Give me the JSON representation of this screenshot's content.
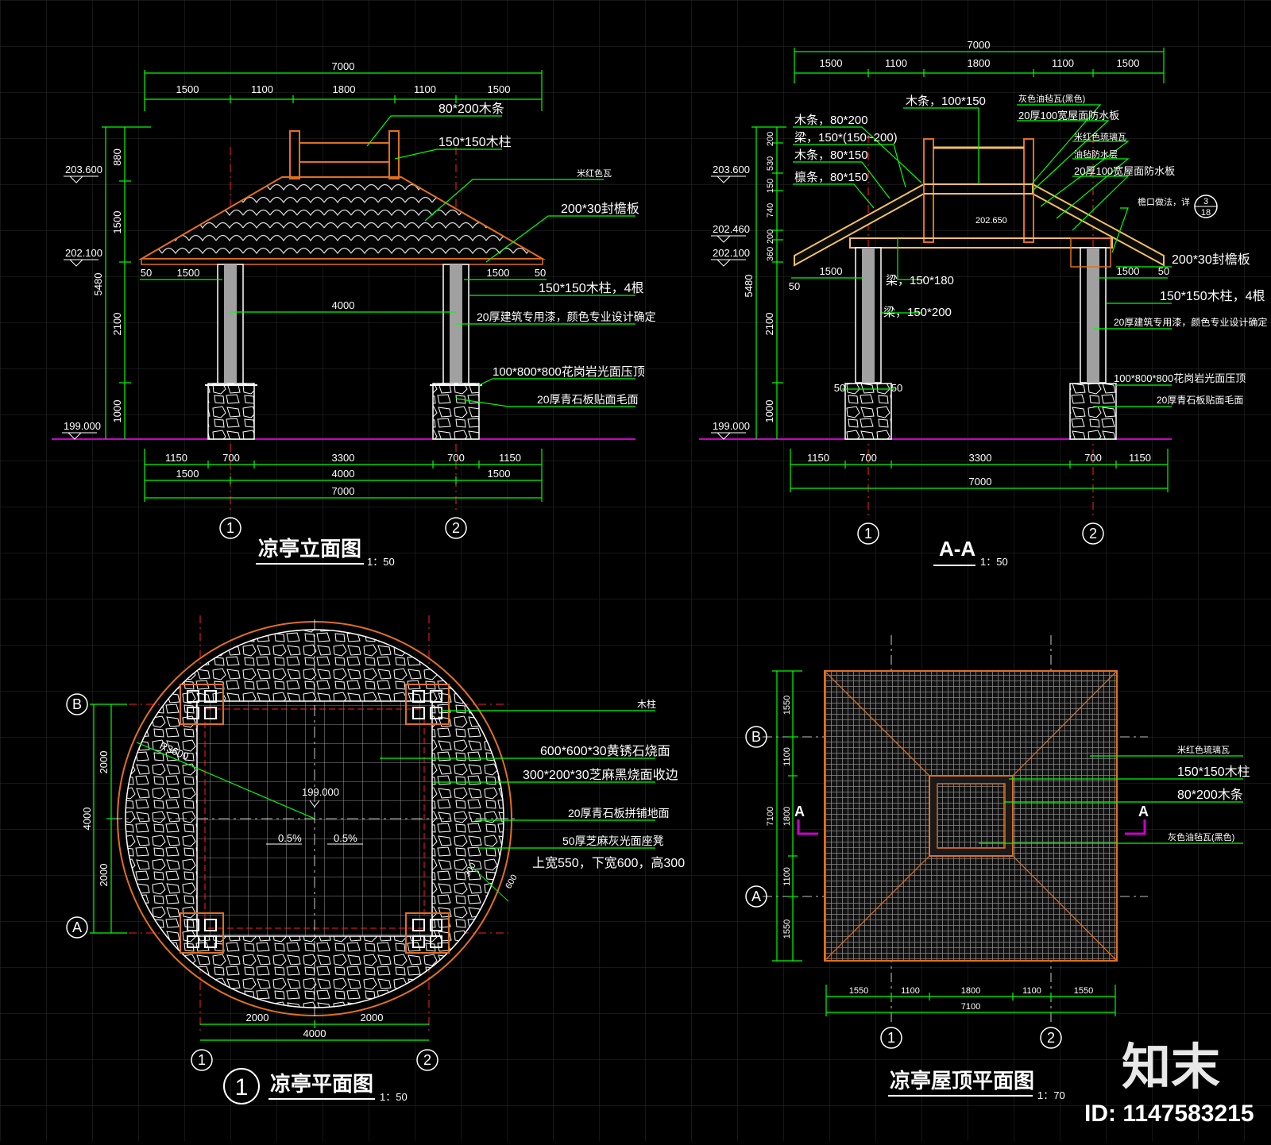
{
  "colors": {
    "background": "#000000",
    "grid": "#2c2c2c",
    "dimension": "#00ff00",
    "axis": "#ff2020",
    "structure": "#ffffff",
    "roof": "#e07020",
    "ground": "#cc00cc",
    "column": "#a0a0a0",
    "beam": "#f0c060"
  },
  "elevation": {
    "title": "凉亭立面图",
    "scale": "1：50",
    "top_total": "7000",
    "top_dims": [
      "1500",
      "1100",
      "1800",
      "1100",
      "1500"
    ],
    "left_dims": [
      "880",
      "1500",
      "5480",
      "2100",
      "1000"
    ],
    "levels": [
      "203.600",
      "202.100",
      "199.000"
    ],
    "eave_dims": [
      "50",
      "1500",
      "1500",
      "50"
    ],
    "span": "4000",
    "bottom_row1": [
      "1150",
      "700",
      "3300",
      "700",
      "1150"
    ],
    "bottom_row2": [
      "1500",
      "4000",
      "1500"
    ],
    "bottom_total": "7000",
    "axes": [
      "1",
      "2"
    ],
    "annotations": [
      "80*200木条",
      "150*150木柱",
      "米红色瓦",
      "200*30封檐板",
      "150*150木柱，4根",
      "20厚建筑专用漆，颜色专业设计确定",
      "100*800*800花岗岩光面压顶",
      "20厚青石板贴面毛面"
    ]
  },
  "section": {
    "title": "A-A",
    "scale": "1：50",
    "top_total": "7000",
    "top_dims": [
      "1500",
      "1100",
      "1800",
      "1100",
      "1500"
    ],
    "left_dims": [
      "200",
      "530",
      "150",
      "740",
      "200",
      "360",
      "5480",
      "2100",
      "1000"
    ],
    "levels": [
      "203.600",
      "202.460",
      "202.100",
      "199.000"
    ],
    "mid_level": "202.650",
    "eave_dims": [
      "50",
      "1500",
      "1500",
      "50"
    ],
    "post_dims": [
      "50",
      "50"
    ],
    "bottom_row1": [
      "1150",
      "700",
      "3300",
      "700",
      "1150"
    ],
    "bottom_total": "7000",
    "axes": [
      "1",
      "2"
    ],
    "left_notes": [
      "木条，80*200",
      "梁，150*(150~200)",
      "木条，80*150",
      "檩条，80*150"
    ],
    "center_notes": [
      "木条，100*150",
      "梁，150*180",
      "梁，150*200"
    ],
    "right_notes": [
      "灰色油毡瓦(黑色)",
      "20厚100宽屋面防水板",
      "米红色琉璃瓦",
      "油毡防水层",
      "20厚100宽屋面防水板",
      "檐口做法，详",
      "200*30封檐板",
      "150*150木柱，4根",
      "20厚建筑专用漆，颜色专业设计确定",
      "100*800*800花岗岩光面压顶",
      "20厚青石板贴面毛面"
    ],
    "detail_ref": [
      "3",
      "18"
    ]
  },
  "plan": {
    "title": "凉亭平面图",
    "number": "1",
    "scale": "1：50",
    "radius": "R3600",
    "center_level": "199.000",
    "slopes": [
      "0.5%",
      "0.5%"
    ],
    "left_dims": [
      "2000",
      "4000",
      "2000"
    ],
    "bottom_dims": [
      "2000",
      "2000"
    ],
    "bottom_total": "4000",
    "small_dims": [
      "300",
      "600"
    ],
    "axes_v": [
      "1",
      "2"
    ],
    "axes_h": [
      "B",
      "A"
    ],
    "annotations": [
      "木柱",
      "600*600*30黄锈石烧面",
      "300*200*30芝麻黑烧面收边",
      "20厚青石板拼铺地面",
      "50厚芝麻灰光面座凳",
      "上宽550，下宽600，高300"
    ]
  },
  "roof_plan": {
    "title": "凉亭屋顶平面图",
    "scale": "1：70",
    "left_dims": [
      "1550",
      "1100",
      "7100",
      "1800",
      "1100",
      "1550"
    ],
    "bottom_dims": [
      "1550",
      "1100",
      "1800",
      "1100",
      "1550"
    ],
    "bottom_total": "7100",
    "axes_v": [
      "1",
      "2"
    ],
    "axes_h": [
      "B",
      "A"
    ],
    "section_marks": [
      "A",
      "A"
    ],
    "annotations": [
      "米红色琉璃瓦",
      "150*150木柱",
      "80*200木条",
      "灰色油毡瓦(黑色)"
    ]
  },
  "watermark": {
    "logo": "知末",
    "id": "ID: 1147583215"
  }
}
